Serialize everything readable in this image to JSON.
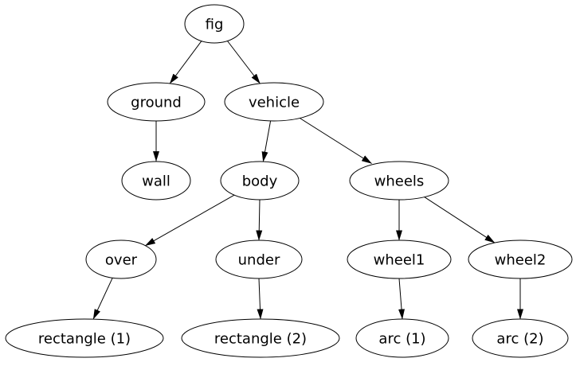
{
  "diagram": {
    "type": "tree-graph",
    "background_color": "#ffffff",
    "node_fill_color": "#ffffff",
    "node_stroke_color": "#000000",
    "text_color": "#000000",
    "nodes": [
      {
        "id": "fig",
        "label": "fig"
      },
      {
        "id": "ground",
        "label": "ground"
      },
      {
        "id": "vehicle",
        "label": "vehicle"
      },
      {
        "id": "wall",
        "label": "wall"
      },
      {
        "id": "body",
        "label": "body"
      },
      {
        "id": "wheels",
        "label": "wheels"
      },
      {
        "id": "over",
        "label": "over"
      },
      {
        "id": "under",
        "label": "under"
      },
      {
        "id": "wheel1",
        "label": "wheel1"
      },
      {
        "id": "wheel2",
        "label": "wheel2"
      },
      {
        "id": "rectangle1",
        "label": "rectangle (1)"
      },
      {
        "id": "rectangle2",
        "label": "rectangle (2)"
      },
      {
        "id": "arc1",
        "label": "arc (1)"
      },
      {
        "id": "arc2",
        "label": "arc (2)"
      }
    ],
    "edges": [
      {
        "from": "fig",
        "to": "ground"
      },
      {
        "from": "fig",
        "to": "vehicle"
      },
      {
        "from": "ground",
        "to": "wall"
      },
      {
        "from": "vehicle",
        "to": "body"
      },
      {
        "from": "vehicle",
        "to": "wheels"
      },
      {
        "from": "body",
        "to": "over"
      },
      {
        "from": "body",
        "to": "under"
      },
      {
        "from": "wheels",
        "to": "wheel1"
      },
      {
        "from": "wheels",
        "to": "wheel2"
      },
      {
        "from": "over",
        "to": "rectangle1"
      },
      {
        "from": "under",
        "to": "rectangle2"
      },
      {
        "from": "wheel1",
        "to": "arc1"
      },
      {
        "from": "wheel2",
        "to": "arc2"
      }
    ]
  }
}
